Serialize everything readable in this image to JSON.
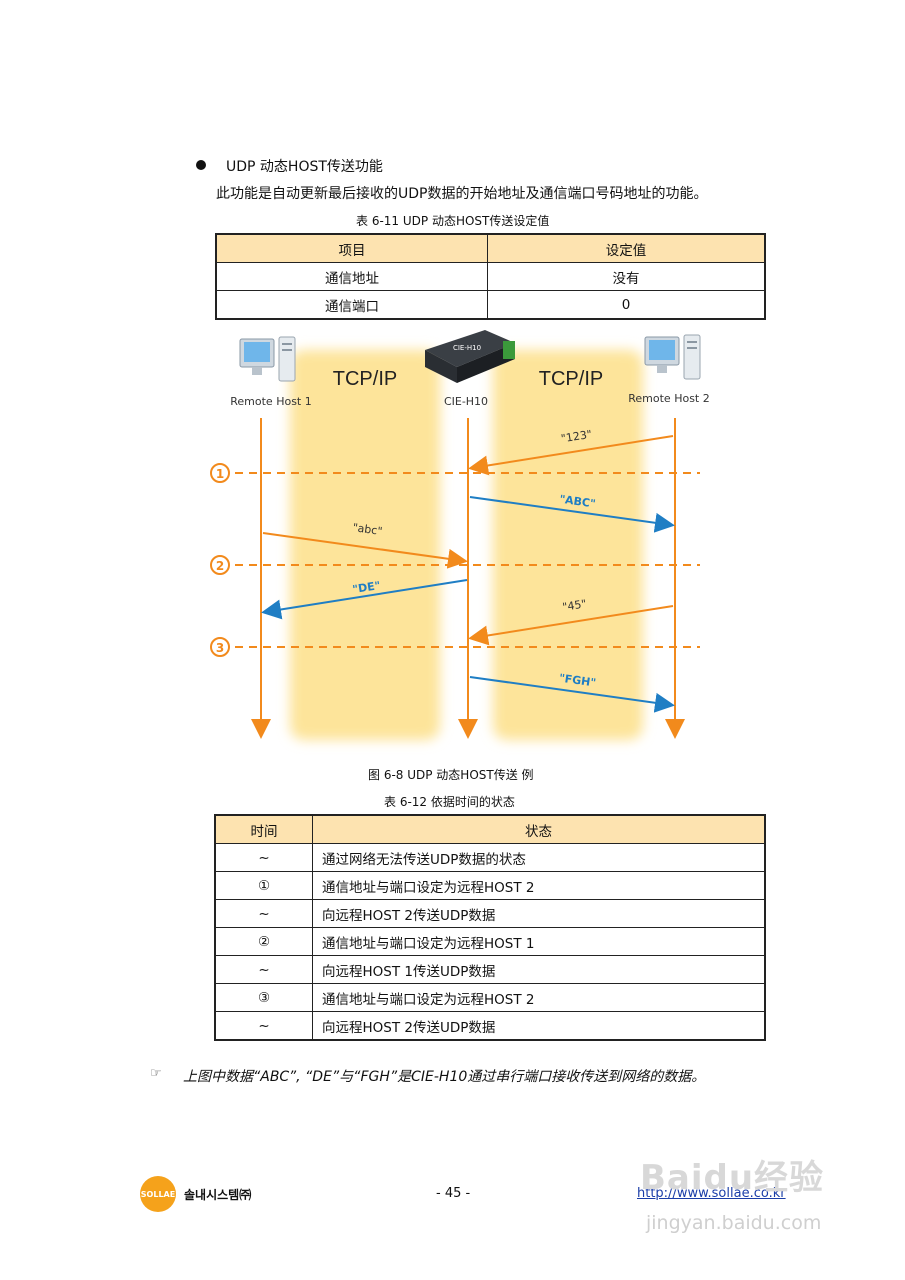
{
  "section": {
    "bullet_title": "UDP  动态HOST传送功能",
    "description": "此功能是自动更新最后接收的UDP数据的开始地址及通信端口号码地址的功能。"
  },
  "table1": {
    "caption": "表  6-11 UDP  动态HOST传送设定值",
    "headers": [
      "项目",
      "设定值"
    ],
    "rows": [
      [
        "通信地址",
        "没有"
      ],
      [
        "通信端口",
        "0"
      ]
    ]
  },
  "diagram": {
    "host1_label": "Remote Host 1",
    "device_label": "CIE-H10",
    "host2_label": "Remote Host 2",
    "zone_label_left": "TCP/IP",
    "zone_label_right": "TCP/IP",
    "device_badge": "CIE-H10",
    "steps": [
      "①",
      "②",
      "③"
    ],
    "messages": [
      "\"123\"",
      "\"ABC\"",
      "\"abc\"",
      "\"DE\"",
      "\"45\"",
      "\"FGH\""
    ],
    "colors": {
      "orange": "#f28a1c",
      "blue": "#1f7ec4",
      "zone": "#fde49a"
    },
    "caption": "图  6-8 UDP  动态HOST传送  例"
  },
  "table2": {
    "caption": "表  6-12  依据时间的状态",
    "headers": [
      "时间",
      "状态"
    ],
    "rows": [
      [
        "~",
        "通过网络无法传送UDP数据的状态"
      ],
      [
        "①",
        "通信地址与端口设定为远程HOST 2"
      ],
      [
        "~",
        "向远程HOST 2传送UDP数据"
      ],
      [
        "②",
        "通信地址与端口设定为远程HOST 1"
      ],
      [
        "~",
        "向远程HOST 1传送UDP数据"
      ],
      [
        "③",
        "通信地址与端口设定为远程HOST 2"
      ],
      [
        "~",
        "向远程HOST 2传送UDP数据"
      ]
    ]
  },
  "note": {
    "icon": "pointing-hand-icon",
    "text": "上图中数据“ABC”, “DE”与“FGH”是CIE-H10通过串行端口接收传送到网络的数据。"
  },
  "footer": {
    "logo_text": "SOLLAE",
    "company": "솔내시스템㈜",
    "page": "- 45 -",
    "url": "http://www.sollae.co.kr"
  },
  "watermark": {
    "main": "Baidu经验",
    "sub": "jingyan.baidu.com"
  }
}
